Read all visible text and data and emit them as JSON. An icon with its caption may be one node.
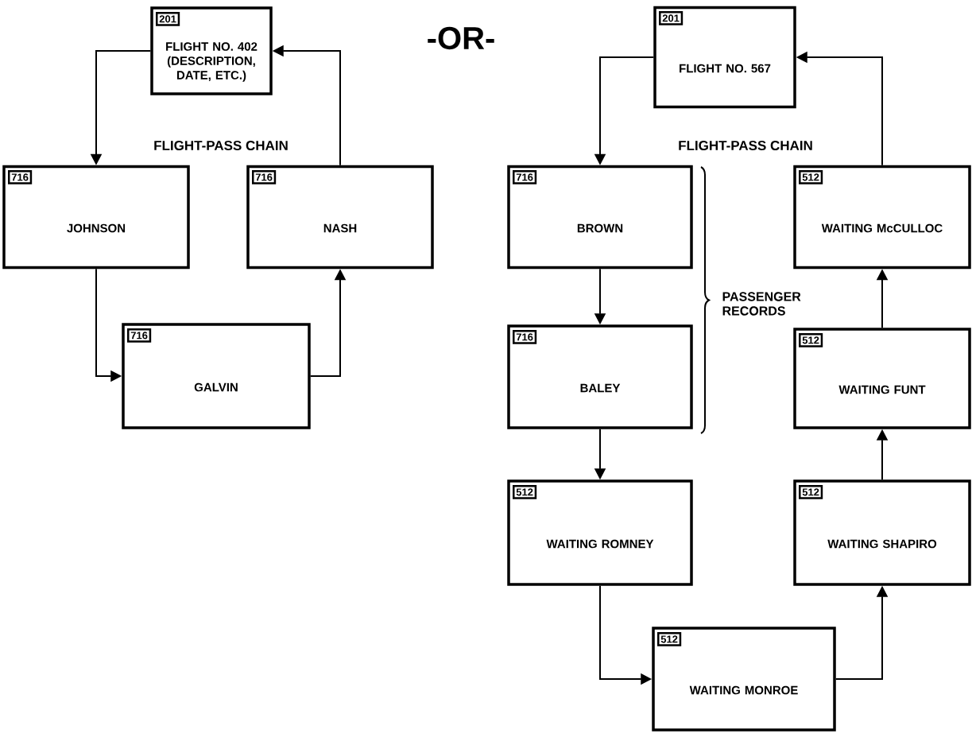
{
  "diagram": {
    "nodes": [
      {
        "text": [
          "201",
          "FLIGHT NO. 402 (DESCRIPTION, DATE, ETC.)"
        ]
      },
      {
        "text": [
          "716",
          "JOHNSON"
        ]
      },
      {
        "text": [
          "716",
          "NASH"
        ]
      },
      {
        "text": [
          "716",
          "GALVIN"
        ]
      },
      {
        "text": [
          "201",
          "FLIGHT NO. 567"
        ]
      },
      {
        "text": [
          "716",
          "BROWN"
        ]
      },
      {
        "text": [
          "716",
          "BALEY"
        ]
      },
      {
        "text": [
          "512",
          "WAITING ROMNEY"
        ]
      },
      {
        "text": [
          "512",
          "WAITING MONROE"
        ]
      },
      {
        "text": [
          "512",
          "WAITING SHAPIRO"
        ]
      },
      {
        "text": [
          "512",
          "WAITING FUNT"
        ]
      },
      {
        "text": [
          "512",
          "WAITING McCULLOC"
        ]
      }
    ],
    "edges": [
      {
        "from": 0,
        "to": 1,
        "arrow": "to"
      },
      {
        "from": 1,
        "to": 3,
        "arrow": "to"
      },
      {
        "from": 3,
        "to": 2,
        "arrow": "to"
      },
      {
        "from": 2,
        "to": 0,
        "arrow": "to"
      },
      {
        "from": 4,
        "to": 5,
        "arrow": "to"
      },
      {
        "from": 5,
        "to": 6,
        "arrow": "to"
      },
      {
        "from": 6,
        "to": 7,
        "arrow": "to"
      },
      {
        "from": 7,
        "to": 8,
        "arrow": "to"
      },
      {
        "from": 8,
        "to": 9,
        "arrow": "to"
      },
      {
        "from": 9,
        "to": 10,
        "arrow": "to"
      },
      {
        "from": 10,
        "to": 11,
        "arrow": "to"
      },
      {
        "from": 11,
        "to": 4,
        "arrow": "to"
      }
    ],
    "labels": [
      "-OR-",
      "FLIGHT-PASS CHAIN",
      "FLIGHT-PASS CHAIN",
      "PASSENGER RECORDS"
    ]
  }
}
